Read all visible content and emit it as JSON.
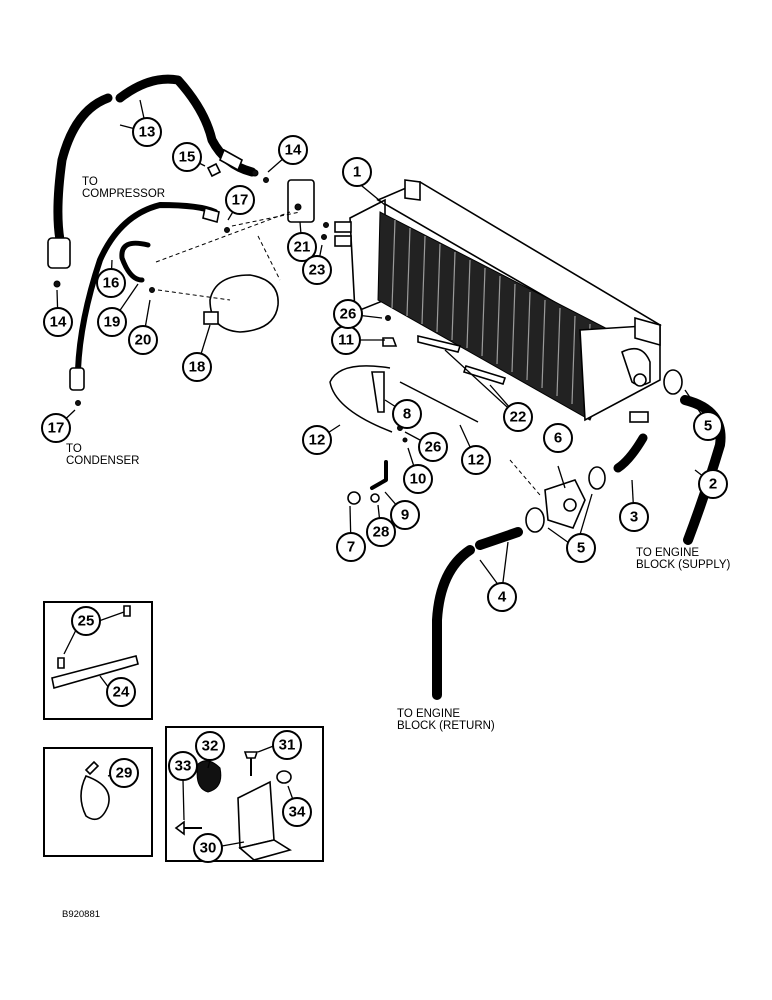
{
  "callouts": {
    "c1": "1",
    "c2": "2",
    "c3": "3",
    "c4": "4",
    "c5a": "5",
    "c5b": "5",
    "c6": "6",
    "c7": "7",
    "c8": "8",
    "c9": "9",
    "c10": "10",
    "c11": "11",
    "c12a": "12",
    "c12b": "12",
    "c13": "13",
    "c14a": "14",
    "c14b": "14",
    "c15": "15",
    "c16": "16",
    "c17a": "17",
    "c17b": "17",
    "c18": "18",
    "c19": "19",
    "c20": "20",
    "c21": "21",
    "c22": "22",
    "c23": "23",
    "c24": "24",
    "c25": "25",
    "c26a": "26",
    "c26b": "26",
    "c28": "28",
    "c29": "29",
    "c30": "30",
    "c31": "31",
    "c32": "32",
    "c33": "33",
    "c34": "34"
  },
  "notes": {
    "to_compressor_1": "TO",
    "to_compressor_2": "COMPRESSOR",
    "to_condenser_1": "TO",
    "to_condenser_2": "CONDENSER",
    "supply_1": "TO ENGINE",
    "supply_2": "BLOCK (SUPPLY)",
    "return_1": "TO ENGINE",
    "return_2": "BLOCK (RETURN)"
  },
  "figure_code": "B920881"
}
